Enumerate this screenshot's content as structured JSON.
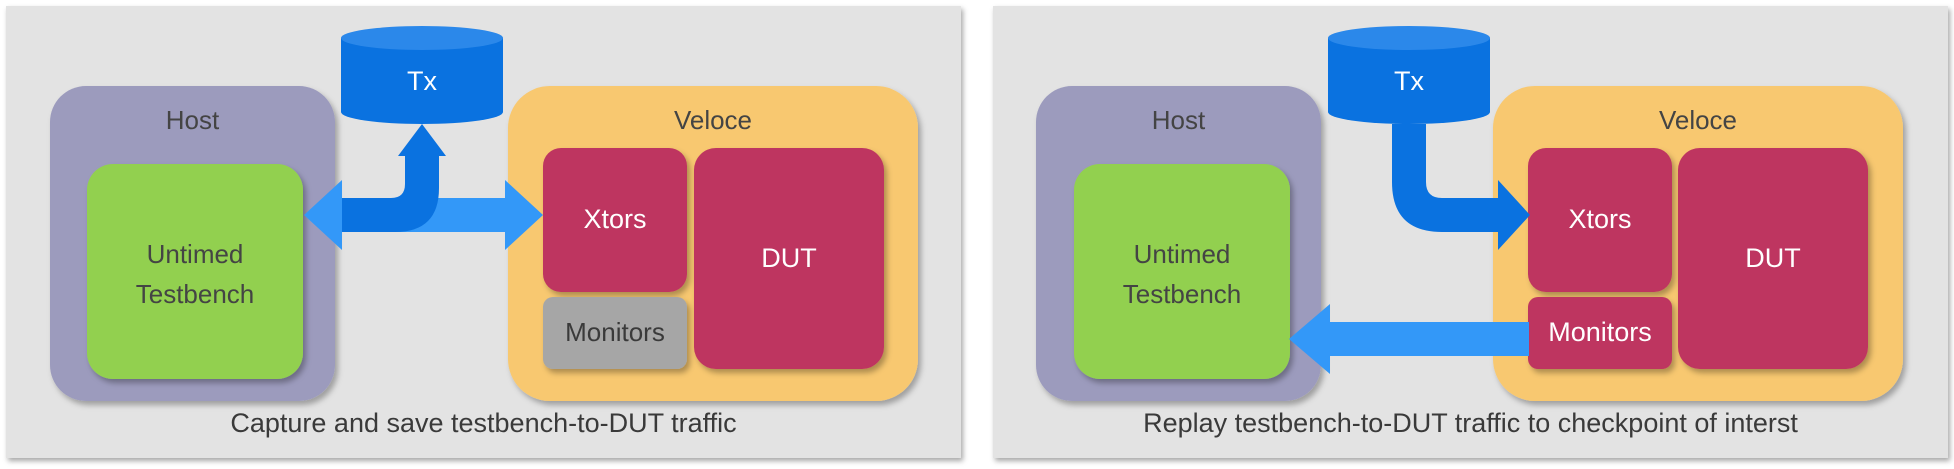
{
  "left": {
    "caption": "Capture and save testbench-to-DUT traffic",
    "host": "Host",
    "testbench": "Untimed Testbench",
    "veloce": "Veloce",
    "xtors": "Xtors",
    "dut": "DUT",
    "monitors": "Monitors",
    "tx": "Tx"
  },
  "right": {
    "caption": "Replay testbench-to-DUT traffic to checkpoint of interst",
    "host": "Host",
    "testbench": "Untimed Testbench",
    "veloce": "Veloce",
    "xtors": "Xtors",
    "dut": "DUT",
    "monitors": "Monitors",
    "tx": "Tx"
  },
  "colors": {
    "panel": "#e3e3e3",
    "host": "#9c9bbd",
    "testbench": "#92d050",
    "veloce": "#f8c870",
    "block": "#be3560",
    "monitors_inactive": "#a6a6a6",
    "tx": "#0a72e0",
    "arrow": "#3398f8"
  }
}
